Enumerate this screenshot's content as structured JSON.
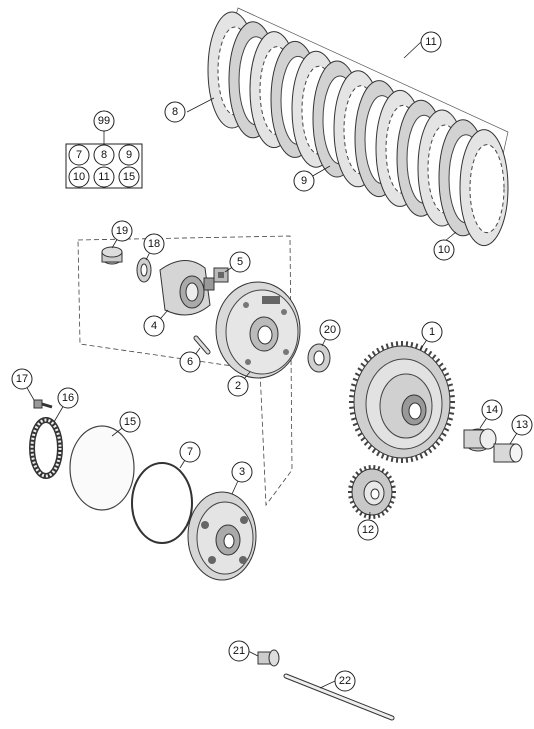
{
  "callouts": {
    "c1": "1",
    "c2": "2",
    "c3": "3",
    "c4": "4",
    "c5": "5",
    "c6": "6",
    "c7": "7",
    "c8": "8",
    "c9": "9",
    "c10": "10",
    "c11": "11",
    "c12": "12",
    "c13": "13",
    "c14": "14",
    "c15": "15",
    "c16": "16",
    "c17": "17",
    "c18": "18",
    "c19": "19",
    "c20": "20",
    "c21": "21",
    "c22": "22"
  },
  "kit": {
    "header": "99",
    "cells": [
      "7",
      "8",
      "9",
      "10",
      "11",
      "15"
    ]
  },
  "colors": {
    "stroke": "#333333",
    "plate_fill": "#e8e8e8",
    "gear_fill": "#cfcfcf",
    "dark": "#555555"
  }
}
